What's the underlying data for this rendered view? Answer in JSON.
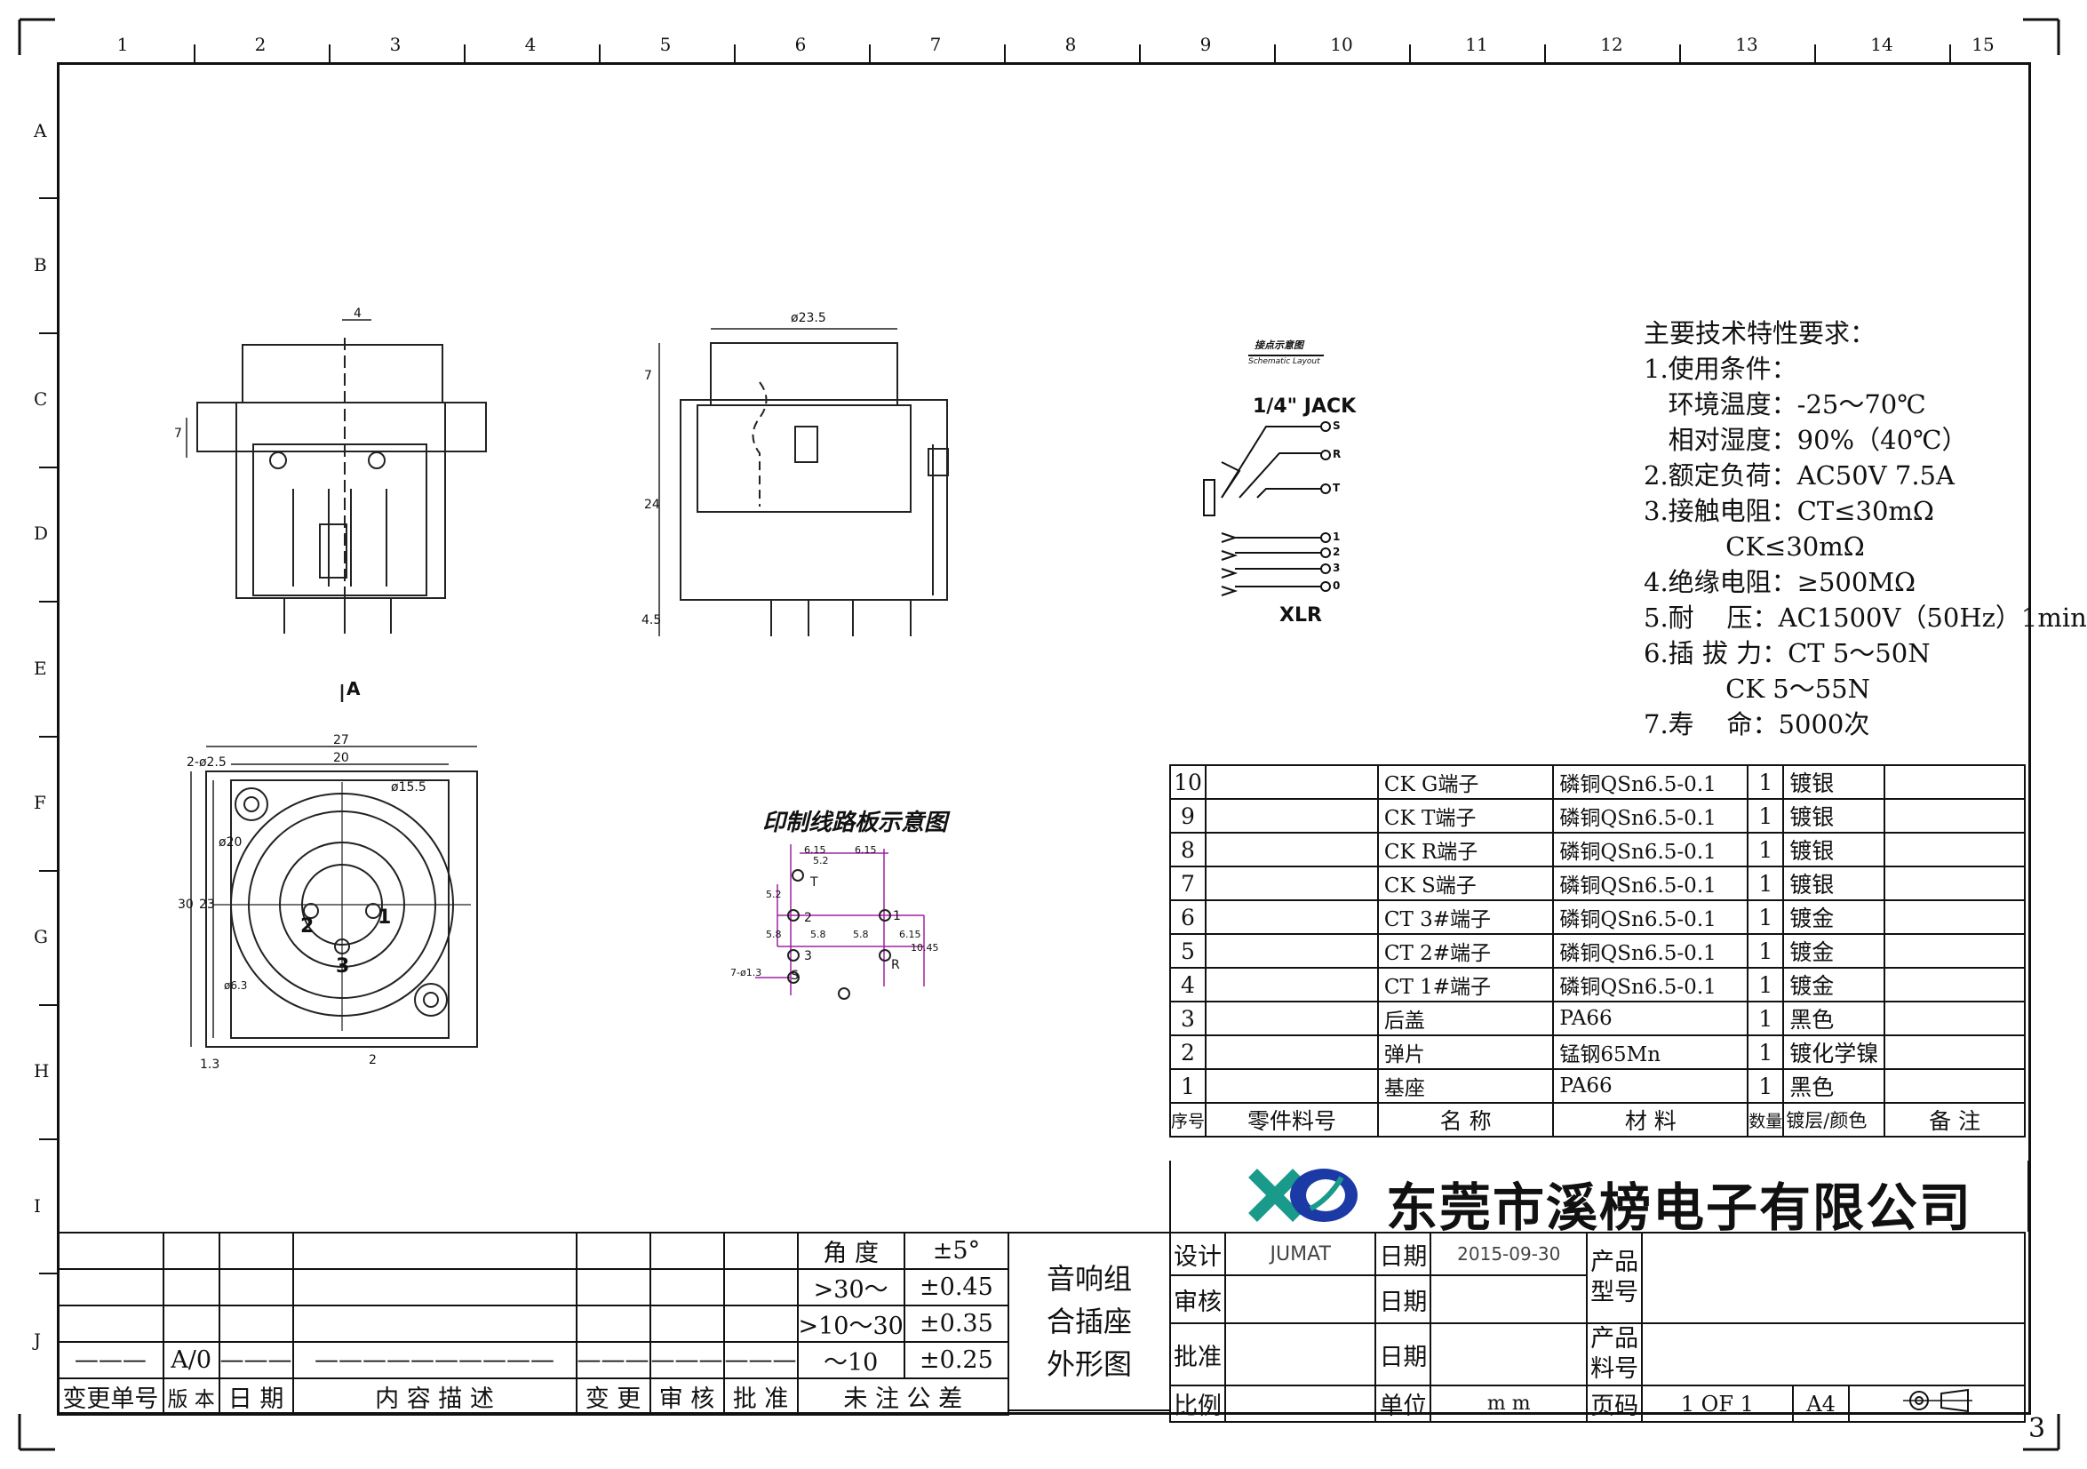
{
  "border": {
    "columns": [
      "1",
      "2",
      "3",
      "4",
      "5",
      "6",
      "7",
      "8",
      "9",
      "10",
      "11",
      "12",
      "13",
      "14",
      "15"
    ],
    "rows": [
      "A",
      "B",
      "C",
      "D",
      "E",
      "F",
      "G",
      "H",
      "I",
      "J"
    ],
    "sheet_number": "3"
  },
  "drawing": {
    "dims": {
      "front_top_width": "4",
      "front_side": "7",
      "section_label": "A",
      "side_diameter": "ø23.5",
      "side_top": "7",
      "side_height": "24",
      "side_bottom": "4.5",
      "bottom_width_outer": "27",
      "bottom_width_inner": "20",
      "bottom_holes": "2-ø2.5",
      "bottom_pin": "ø15.5",
      "bottom_circle": "ø20",
      "bottom_height_outer": "30",
      "bottom_height_inner": "23",
      "bottom_small": "ø6.3",
      "bottom_offset": "1.3",
      "bottom_pin_w": "2",
      "pin_1": "1",
      "pin_2": "2",
      "pin_3": "3"
    },
    "pcb": {
      "title": "印制线路板示意图",
      "d_615a": "6.15",
      "d_615b": "6.15",
      "d_52": "5.2",
      "d_58a": "5.8",
      "d_58b": "5.8",
      "d_58c": "5.8",
      "d_52v": "5.2",
      "d_615v": "6.15",
      "d_1045": "10.45",
      "holes": "7-ø1.3",
      "lbl_t": "T",
      "lbl_r": "R",
      "lbl_s": "S",
      "lbl_2": "2",
      "lbl_3": "3",
      "lbl_1": "1"
    },
    "schematic": {
      "title": "接点示意图",
      "subtitle": "Schematic Layout",
      "jack": "1/4\" JACK",
      "xlr": "XLR",
      "pins": [
        "S",
        "R",
        "T",
        "1",
        "2",
        "3",
        "0"
      ]
    }
  },
  "specs": {
    "heading": "主要技术特性要求：",
    "lines": [
      "1.使用条件：",
      "   环境温度：-25～70℃",
      "   相对湿度：90%（40℃）",
      "2.额定负荷：AC50V 7.5A",
      "3.接触电阻：CT≤30mΩ",
      "          CK≤30mΩ",
      "4.绝缘电阻：≥500MΩ",
      "5.耐    压：AC1500V（50Hz）1min",
      "6.插 拔 力：CT 5～50N",
      "          CK 5～55N",
      "7.寿    命：5000次"
    ]
  },
  "bom": {
    "rows": [
      {
        "no": "10",
        "part": "",
        "name": "CK G端子",
        "material": "磷铜QSn6.5-0.1",
        "qty": "1",
        "finish": "镀银",
        "note": ""
      },
      {
        "no": "9",
        "part": "",
        "name": "CK T端子",
        "material": "磷铜QSn6.5-0.1",
        "qty": "1",
        "finish": "镀银",
        "note": ""
      },
      {
        "no": "8",
        "part": "",
        "name": "CK R端子",
        "material": "磷铜QSn6.5-0.1",
        "qty": "1",
        "finish": "镀银",
        "note": ""
      },
      {
        "no": "7",
        "part": "",
        "name": "CK S端子",
        "material": "磷铜QSn6.5-0.1",
        "qty": "1",
        "finish": "镀银",
        "note": ""
      },
      {
        "no": "6",
        "part": "",
        "name": "CT 3#端子",
        "material": "磷铜QSn6.5-0.1",
        "qty": "1",
        "finish": "镀金",
        "note": ""
      },
      {
        "no": "5",
        "part": "",
        "name": "CT 2#端子",
        "material": "磷铜QSn6.5-0.1",
        "qty": "1",
        "finish": "镀金",
        "note": ""
      },
      {
        "no": "4",
        "part": "",
        "name": "CT 1#端子",
        "material": "磷铜QSn6.5-0.1",
        "qty": "1",
        "finish": "镀金",
        "note": ""
      },
      {
        "no": "3",
        "part": "",
        "name": "后盖",
        "material": "PA66",
        "qty": "1",
        "finish": "黑色",
        "note": ""
      },
      {
        "no": "2",
        "part": "",
        "name": "弹片",
        "material": "锰钢65Mn",
        "qty": "1",
        "finish": "镀化学镍",
        "note": ""
      },
      {
        "no": "1",
        "part": "",
        "name": "基座",
        "material": "PA66",
        "qty": "1",
        "finish": "黑色",
        "note": ""
      }
    ],
    "header": {
      "no": "序号",
      "part": "零件料号",
      "name": "名    称",
      "material": "材         料",
      "qty": "数量",
      "finish": "镀层/颜色",
      "note": "备  注"
    }
  },
  "company": "东莞市溪榜电子有限公司",
  "title_block": {
    "angle_label": "角  度",
    "angle_tol": "±5°",
    "r1_label": ">30～",
    "r1_tol": "±0.45",
    "r2_label": ">10～30",
    "r2_tol": "±0.35",
    "r3_label": "～10",
    "r3_tol": "±0.25",
    "rev_blank_1": "———",
    "rev_version": "A/0",
    "rev_blank_2": "———",
    "rev_blank_3": "——————————",
    "rev_blank_4": "———",
    "rev_blank_5": "———",
    "rev_blank_6": "———",
    "col_change_no": "变更单号",
    "col_version": "版 本",
    "col_date": "日 期",
    "col_desc": "内 容 描 述",
    "col_change": "变 更",
    "col_review": "审 核",
    "col_approve": "批 准",
    "col_tol": "未 注 公 差",
    "product_name": "音响组\n合插座\n外形图",
    "design_label": "设计",
    "designer": "JUMAT",
    "date_label": "日期",
    "date_value": "2015-09-30",
    "model_label": "产品\n型号",
    "check_label": "审核",
    "check_date_label": "日期",
    "part_label": "产品\n料号",
    "approve_label": "批准",
    "approve_date_label": "日期",
    "scale_label": "比例",
    "unit_label": "单位",
    "unit_value": "m m",
    "page_label": "页码",
    "page_value": "1 OF 1",
    "size_value": "A4"
  }
}
